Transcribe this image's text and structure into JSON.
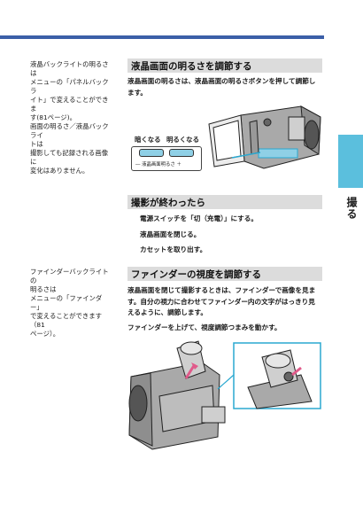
{
  "side_tab": {
    "label": "撮る"
  },
  "notes": {
    "lcd_backlight": {
      "lines": [
        "液晶バックライトの明るさは",
        "メニューの「パネルバックラ",
        "イト」で変えることができま",
        "す(81ページ)。",
        "画面の明るさ／液晶バックライ",
        "トは",
        "撮影しても記録される画像に",
        "変化はありません。"
      ]
    },
    "finder_backlight": {
      "lines": [
        "ファインダーバックライトの",
        "明るさは",
        "メニューの「ファインダー」",
        "で変えることができます（81",
        "ページ）。"
      ]
    }
  },
  "sections": {
    "lcd_brightness": {
      "heading": "液晶画面の明るさを調節する",
      "body": [
        "液晶画面の明るさは、液晶画面の明るさボタンを押して調節し",
        "ます。"
      ],
      "button_panel": {
        "darker": "暗くなる",
        "brighter": "明るくなる",
        "caption": "― 液晶画面明るさ ＋"
      }
    },
    "after_shooting": {
      "heading": "撮影が終わったら",
      "steps": [
        "電源スイッチを「切（充電）」にする。",
        "液晶画面を閉じる。",
        "カセットを取り出す。"
      ]
    },
    "viewfinder": {
      "heading": "ファインダーの視度を調節する",
      "body": [
        "液晶画面を閉じて撮影するときは、ファインダーで画像を見ま",
        "す。自分の視力に合わせてファインダー内の文字がはっきり見",
        "えるように、調節します。"
      ],
      "instruction": "ファインダーを上げて、視度調節つまみを動かす。"
    }
  },
  "colors": {
    "rule": "#3b5fa8",
    "tab": "#5bbfdd",
    "heading_bg": "#dcdcdc",
    "button": "#8fd0e6",
    "highlight_frame": "#2aa8d0"
  }
}
